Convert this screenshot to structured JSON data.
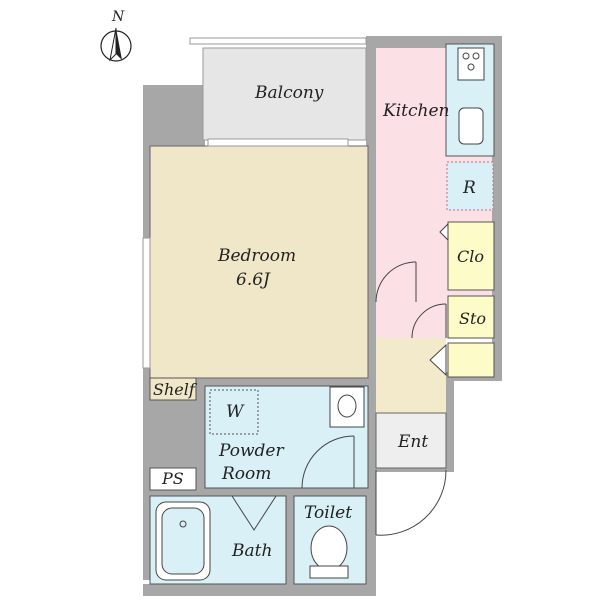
{
  "compass": {
    "north_label": "N",
    "icon": "north-arrow-icon"
  },
  "rooms": {
    "balcony": "Balcony",
    "kitchen": "Kitchen",
    "bedroom": "Bedroom",
    "bedroom_size": "6.6J",
    "refrigerator": "R",
    "closet": "Clo",
    "storage": "Sto",
    "shelf": "Shelf",
    "washer": "W",
    "powder_room_line1": "Powder",
    "powder_room_line2": "Room",
    "entrance": "Ent",
    "pipe_space": "PS",
    "toilet": "Toilet",
    "bath": "Bath"
  },
  "colors": {
    "wall": "#a7a7a7",
    "balcony": "#e6e6e6",
    "kitchen": "#fbe0e5",
    "bedroom": "#f0e7c8",
    "wet_area": "#d8f0f6",
    "closet": "#fdfbc8",
    "entrance": "#eeeeee",
    "hall": "#f2eacb",
    "shelf": "#f0e6c8"
  }
}
